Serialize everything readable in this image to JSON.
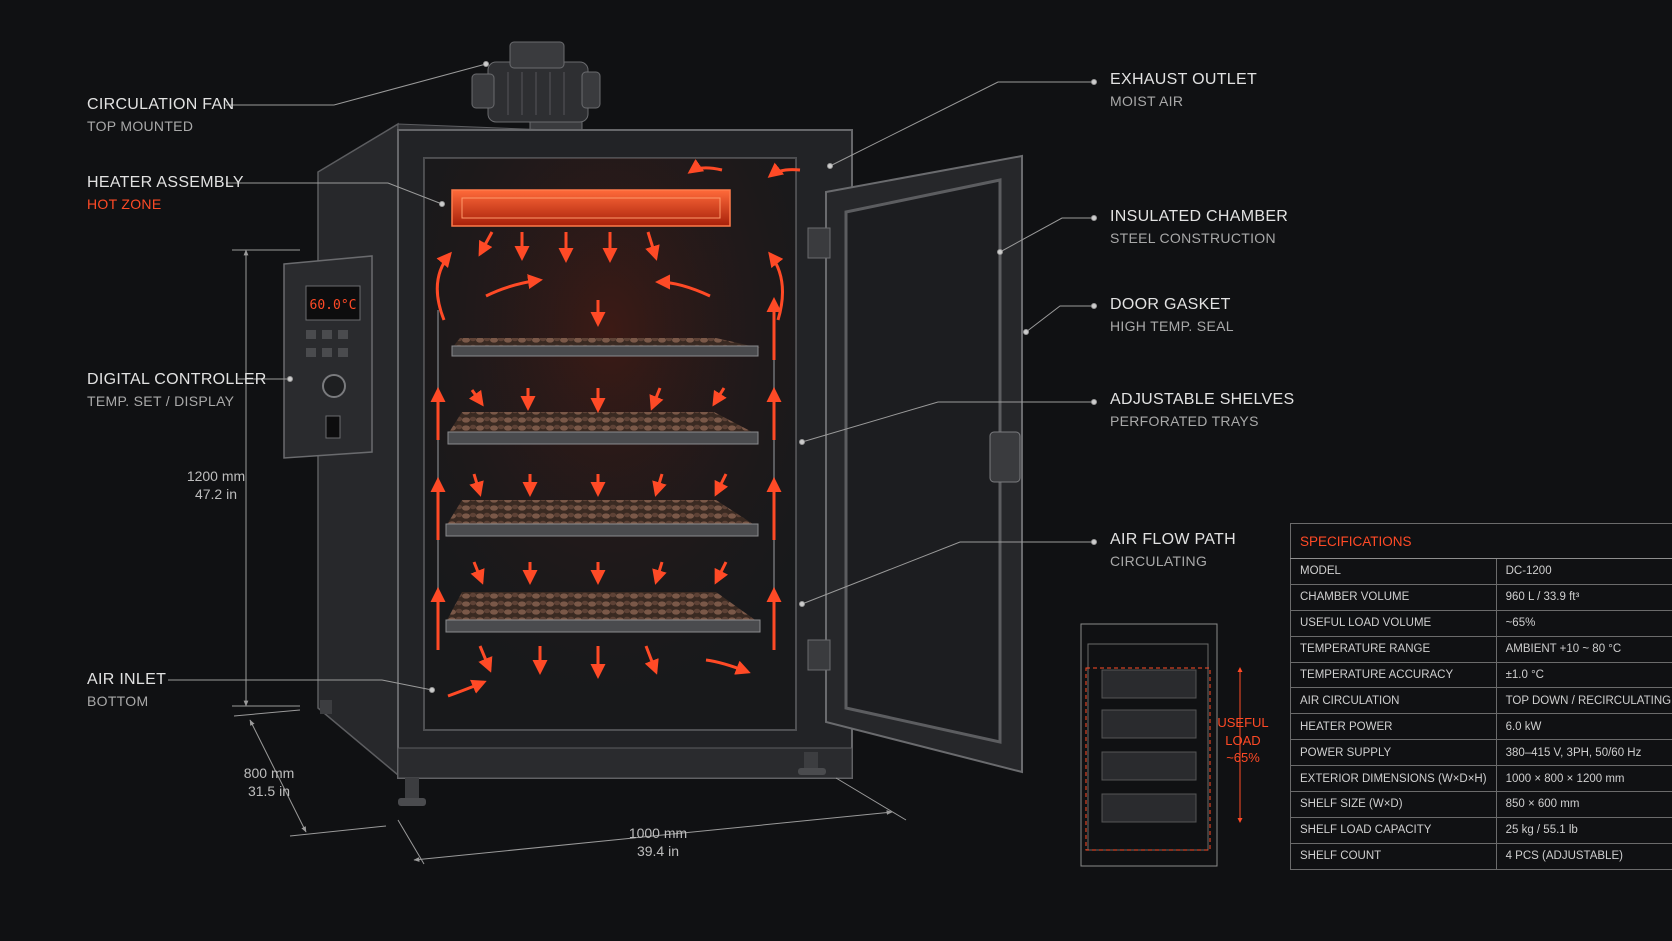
{
  "callouts": {
    "circulation_fan": {
      "title": "CIRCULATION FAN",
      "sub": "TOP MOUNTED"
    },
    "heater_assembly": {
      "title": "HEATER ASSEMBLY",
      "sub": "HOT ZONE"
    },
    "digital_controller": {
      "title": "DIGITAL CONTROLLER",
      "sub": "TEMP. SET / DISPLAY"
    },
    "air_inlet": {
      "title": "AIR INLET",
      "sub": "BOTTOM"
    },
    "exhaust_outlet": {
      "title": "EXHAUST OUTLET",
      "sub": "MOIST AIR"
    },
    "insulated_chamber": {
      "title": "INSULATED CHAMBER",
      "sub": "STEEL CONSTRUCTION"
    },
    "door_gasket": {
      "title": "DOOR GASKET",
      "sub": "HIGH TEMP. SEAL"
    },
    "adjustable_shelves": {
      "title": "ADJUSTABLE SHELVES",
      "sub": "PERFORATED TRAYS"
    },
    "air_flow_path": {
      "title": "AIR FLOW PATH",
      "sub": "CIRCULATING"
    }
  },
  "controller_display": "60.0°C",
  "dimensions": {
    "height": {
      "mm": "1200 mm",
      "in": "47.2 in"
    },
    "depth": {
      "mm": "800 mm",
      "in": "31.5 in"
    },
    "width": {
      "mm": "1000 mm",
      "in": "39.4 in"
    }
  },
  "useful_load": {
    "line1": "USEFUL",
    "line2": "LOAD",
    "line3": "~65%"
  },
  "specifications": {
    "title": "SPECIFICATIONS",
    "rows": [
      {
        "label": "MODEL",
        "value": "DC-1200"
      },
      {
        "label": "CHAMBER VOLUME",
        "value": "960 L / 33.9 ft³"
      },
      {
        "label": "USEFUL LOAD VOLUME",
        "value": "~65%"
      },
      {
        "label": "TEMPERATURE RANGE",
        "value": "AMBIENT +10 ~ 80 °C"
      },
      {
        "label": "TEMPERATURE ACCURACY",
        "value": "±1.0 °C"
      },
      {
        "label": "AIR CIRCULATION",
        "value": "TOP DOWN / RECIRCULATING"
      },
      {
        "label": "HEATER POWER",
        "value": "6.0 kW"
      },
      {
        "label": "POWER SUPPLY",
        "value": "380–415 V, 3PH, 50/60 Hz"
      },
      {
        "label": "EXTERIOR DIMENSIONS (W×D×H)",
        "value": "1000 × 800 × 1200 mm"
      },
      {
        "label": "SHELF SIZE (W×D)",
        "value": "850 × 600 mm"
      },
      {
        "label": "SHELF LOAD CAPACITY",
        "value": "25 kg / 55.1 lb"
      },
      {
        "label": "SHELF COUNT",
        "value": "4 PCS (ADJUSTABLE)"
      }
    ]
  },
  "colors": {
    "background": "#101113",
    "accent": "#ff4a26",
    "line": "#9a9a9a"
  }
}
